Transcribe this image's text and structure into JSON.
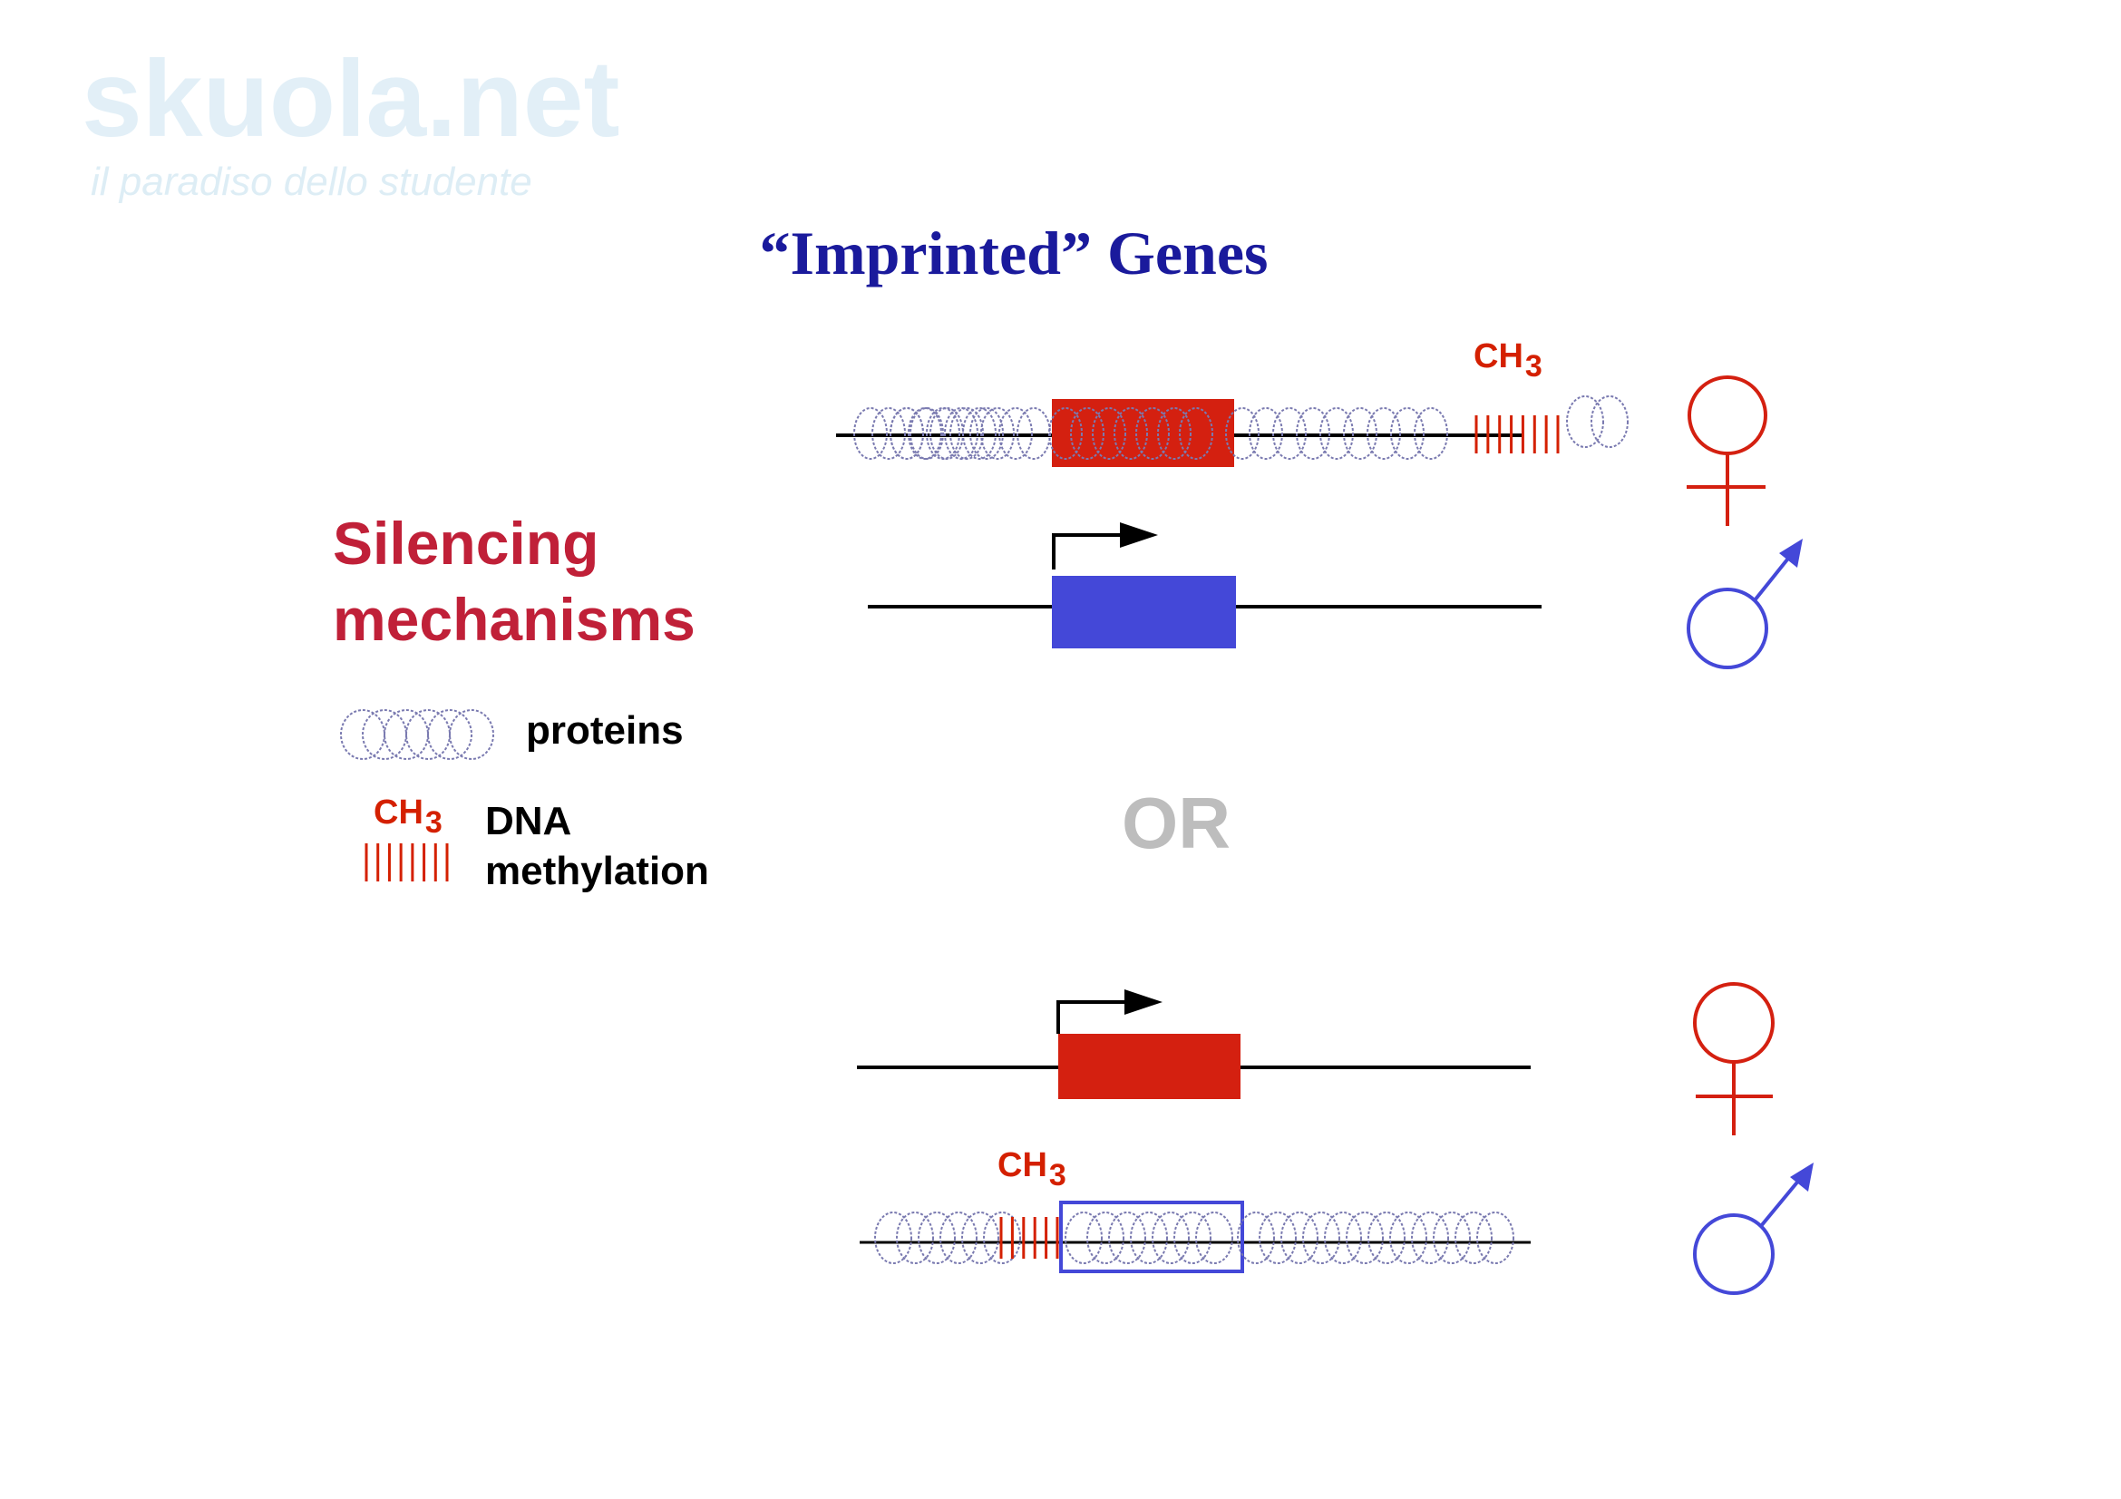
{
  "title": "“Imprinted”  Genes",
  "watermark": {
    "brand": "skuola.net",
    "tagline": "il paradiso dello studente"
  },
  "sidebar": {
    "heading_line1": "Silencing",
    "heading_line2": "mechanisms",
    "legend": [
      {
        "icon": "protein-circles-icon",
        "label": "proteins"
      },
      {
        "icon": "dna-methylation-icon",
        "label_line1": "DNA",
        "label_line2": "methylation",
        "ch3": "CH",
        "ch3_sub": "3"
      }
    ]
  },
  "separator": "OR",
  "scenarios": [
    {
      "rows": [
        {
          "parent": "female",
          "gene_color": "#d42010",
          "state": "silenced",
          "ch3": "CH",
          "ch3_sub": "3"
        },
        {
          "parent": "male",
          "gene_color": "#4448d8",
          "state": "expressed"
        }
      ]
    },
    {
      "rows": [
        {
          "parent": "female",
          "gene_color": "#d42010",
          "state": "expressed"
        },
        {
          "parent": "male",
          "gene_color": "#4448d8",
          "state": "silenced",
          "ch3": "CH",
          "ch3_sub": "3"
        }
      ]
    }
  ],
  "colors": {
    "female": "#d42010",
    "male": "#4448d8",
    "protein": "#7a7ab0",
    "methyl": "#d42000"
  }
}
